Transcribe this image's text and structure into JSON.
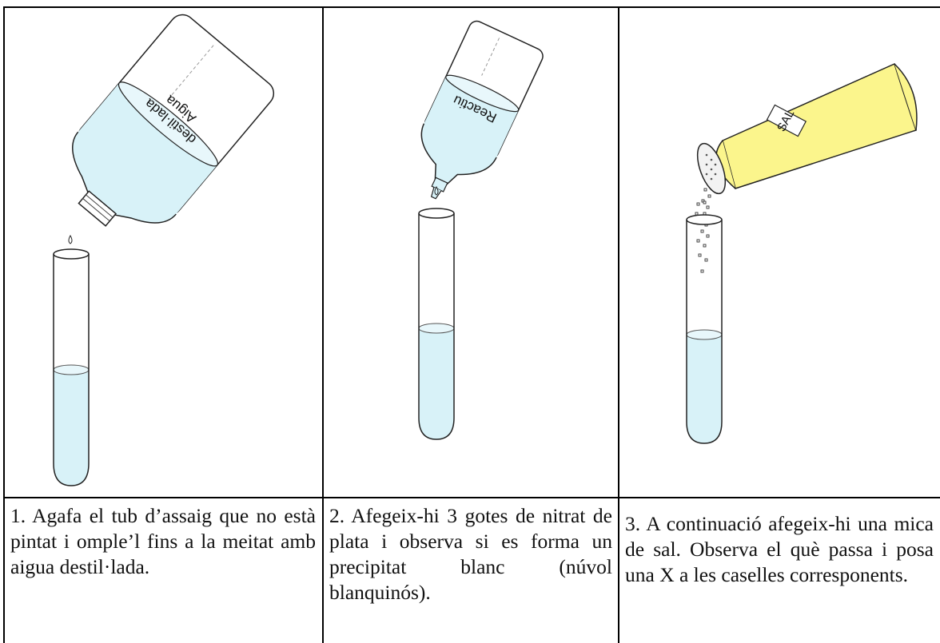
{
  "panels": [
    {
      "bottle_label_line1": "Aigua",
      "bottle_label_line2": "destil·lada",
      "instruction": "1. Agafa el tub d’assaig que no està pintat i omple’l fins a la meitat amb aigua destil·lada."
    },
    {
      "bottle_label": "Reactiu",
      "instruction": "2.  Afegeix-hi 3 gotes de nitrat de plata i observa si es forma un precipitat blanc (núvol blanquinós)."
    },
    {
      "shaker_label": "SAL",
      "instruction": "3. A continuació afegeix-hi una mica de sal. Observa el què passa i posa una X a les caselles corresponents."
    }
  ],
  "colors": {
    "liquid": "#d8f2f8",
    "liquid_edge": "#9fd3e2",
    "shaker": "#fbf58c",
    "border": "#000000"
  }
}
